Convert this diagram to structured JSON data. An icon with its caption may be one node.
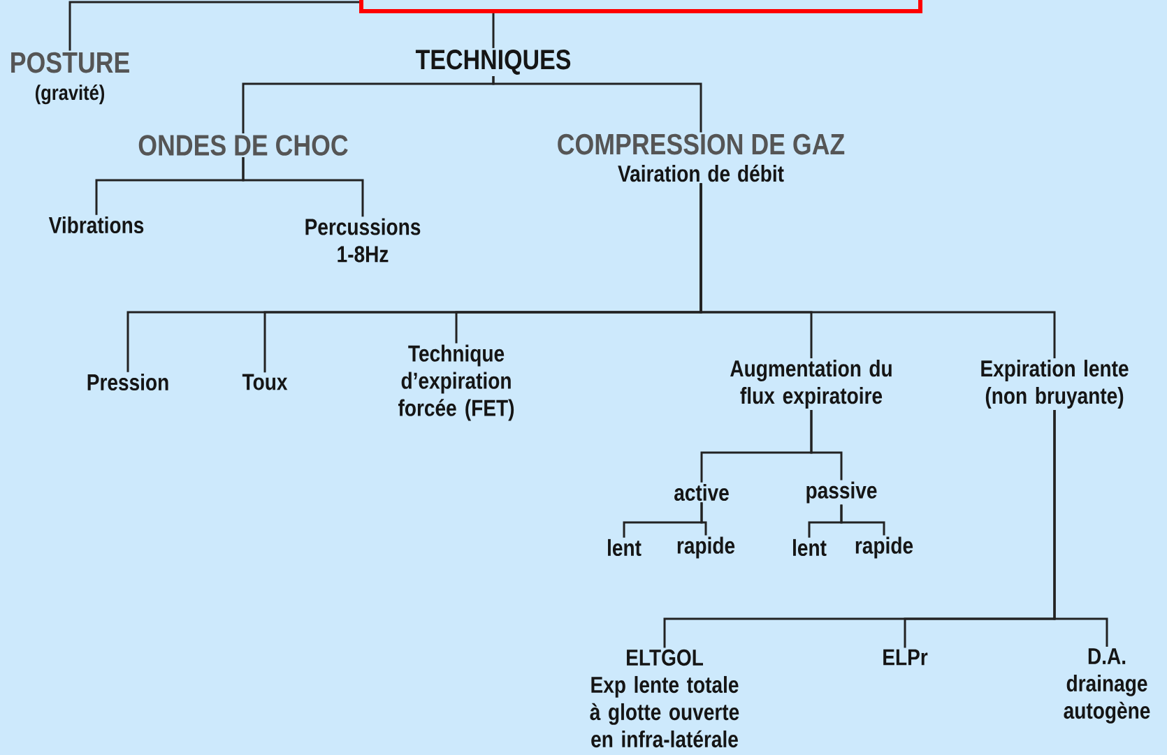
{
  "diagram": {
    "nodes": [
      {
        "text": [],
        "shape": "box"
      },
      {
        "text": [
          "POSTURE",
          "(gravité)"
        ]
      },
      {
        "text": [
          "TECHNIQUES"
        ]
      },
      {
        "text": [
          "ONDES DE CHOC"
        ]
      },
      {
        "text": [
          "COMPRESSION DE GAZ",
          "Vairation de débit"
        ]
      },
      {
        "text": [
          "Vibrations"
        ]
      },
      {
        "text": [
          "Percussions 1-8Hz"
        ]
      },
      {
        "text": [
          "Pression"
        ]
      },
      {
        "text": [
          "Toux"
        ]
      },
      {
        "text": [
          "Technique d’expiration forcée (FET)"
        ]
      },
      {
        "text": [
          "Augmentation du flux expiratoire"
        ]
      },
      {
        "text": [
          "Expiration lente (non bruyante)"
        ]
      },
      {
        "text": [
          "active"
        ]
      },
      {
        "text": [
          "passive"
        ]
      },
      {
        "text": [
          "lent"
        ]
      },
      {
        "text": [
          "rapide"
        ]
      },
      {
        "text": [
          "lent"
        ]
      },
      {
        "text": [
          "rapide"
        ]
      },
      {
        "text": [
          "ELTGOL",
          "Exp lente totale à glotte ouverte en infra-latérale"
        ]
      },
      {
        "text": [
          "ELPr"
        ]
      },
      {
        "text": [
          "D.A.",
          "drainage autogène"
        ]
      }
    ],
    "edges": [
      {
        "from": 0,
        "to": 1,
        "arrow": "none"
      },
      {
        "from": 0,
        "to": 2,
        "arrow": "none"
      },
      {
        "from": 2,
        "to": 3,
        "arrow": "none"
      },
      {
        "from": 2,
        "to": 4,
        "arrow": "none"
      },
      {
        "from": 3,
        "to": 5,
        "arrow": "none"
      },
      {
        "from": 3,
        "to": 6,
        "arrow": "none"
      },
      {
        "from": 4,
        "to": 7,
        "arrow": "none"
      },
      {
        "from": 4,
        "to": 8,
        "arrow": "none"
      },
      {
        "from": 4,
        "to": 9,
        "arrow": "none"
      },
      {
        "from": 4,
        "to": 10,
        "arrow": "none"
      },
      {
        "from": 4,
        "to": 11,
        "arrow": "none"
      },
      {
        "from": 10,
        "to": 12,
        "arrow": "none"
      },
      {
        "from": 10,
        "to": 13,
        "arrow": "none"
      },
      {
        "from": 12,
        "to": 14,
        "arrow": "none"
      },
      {
        "from": 12,
        "to": 15,
        "arrow": "none"
      },
      {
        "from": 13,
        "to": 16,
        "arrow": "none"
      },
      {
        "from": 13,
        "to": 17,
        "arrow": "none"
      },
      {
        "from": 11,
        "to": 18,
        "arrow": "none"
      },
      {
        "from": 11,
        "to": 19,
        "arrow": "none"
      },
      {
        "from": 11,
        "to": 20,
        "arrow": "none"
      }
    ]
  }
}
